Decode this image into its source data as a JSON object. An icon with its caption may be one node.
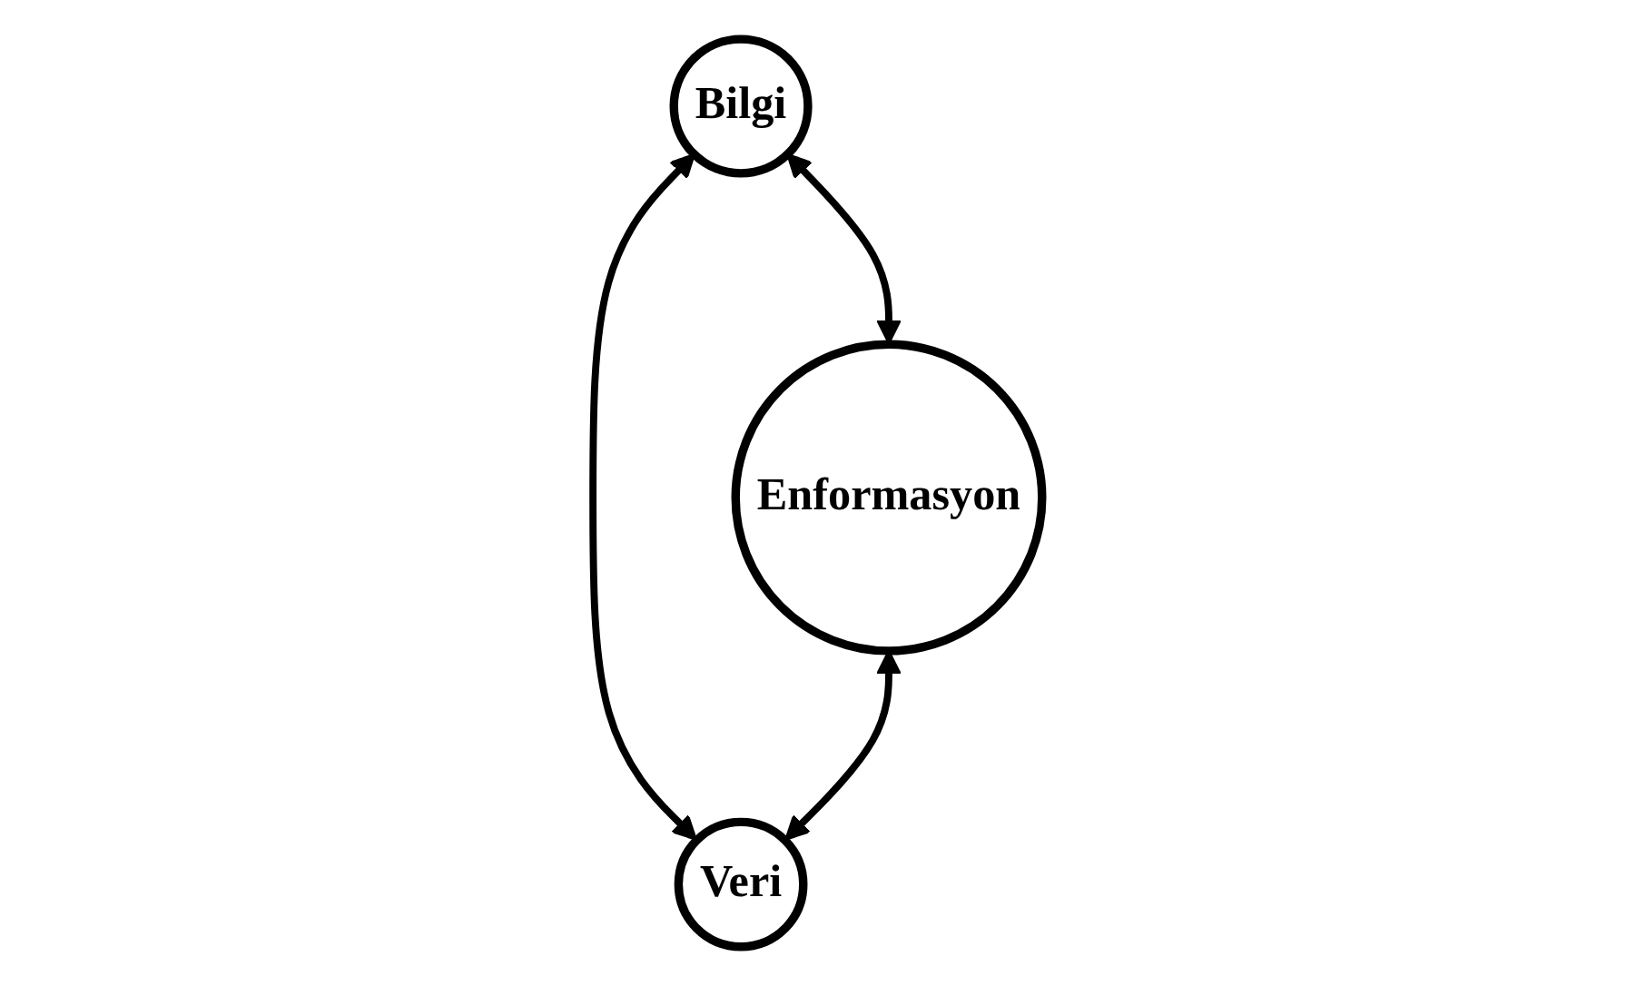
{
  "diagram": {
    "nodes": [
      {
        "text": [
          "Bilgi"
        ]
      },
      {
        "text": [
          "Veri"
        ]
      },
      {
        "text": [
          "Enformasyon"
        ]
      }
    ],
    "edges": [
      {
        "from": 1,
        "to": 2,
        "arrow": "both"
      },
      {
        "from": 1,
        "to": 0,
        "arrow": "both"
      },
      {
        "from": 2,
        "to": 0,
        "arrow": "both"
      }
    ]
  }
}
